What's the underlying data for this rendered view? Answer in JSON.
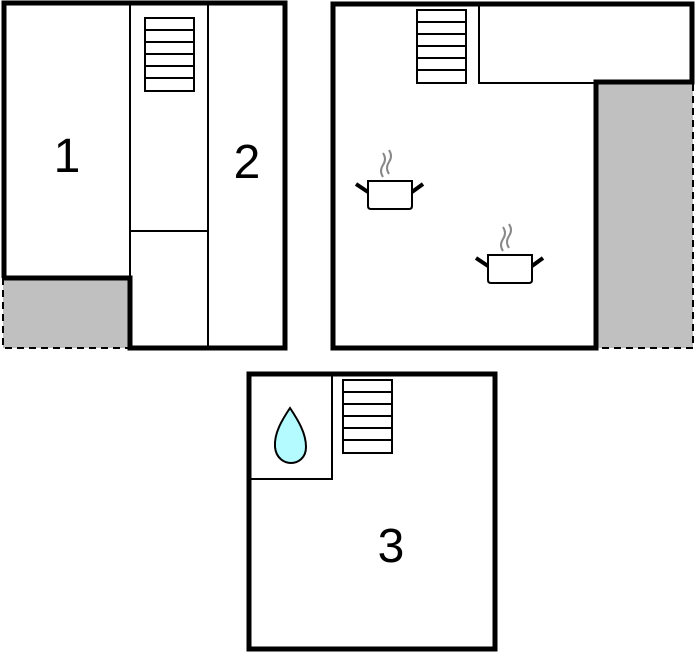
{
  "rooms": {
    "room1": {
      "label": "1"
    },
    "room2": {
      "label": "2"
    },
    "room3": {
      "label": "3"
    }
  },
  "colors": {
    "terrace": "#c0c0c0",
    "water": "#b3fbff",
    "steam": "#888888"
  },
  "icons": [
    "stairs-icon",
    "cooking-pot-icon",
    "water-drop-icon"
  ]
}
